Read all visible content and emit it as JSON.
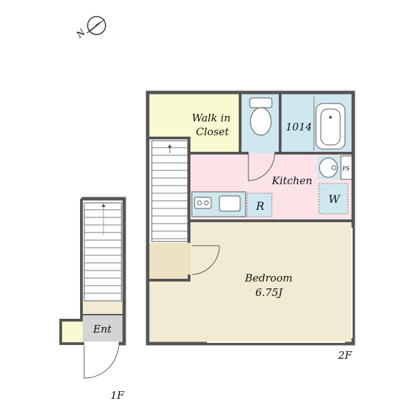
{
  "compass": {
    "letter": "N",
    "icon": "north-arrow-icon"
  },
  "rooms": {
    "walk_in_closet": {
      "line1": "Walk in",
      "line2": "Closet"
    },
    "bath": {
      "label": "1014"
    },
    "ps": {
      "label": "PS"
    },
    "kitchen": {
      "label": "Kitchen"
    },
    "washer": {
      "label": "W"
    },
    "fridge": {
      "label": "R"
    },
    "bedroom": {
      "line1": "Bedroom",
      "line2": "6.75J"
    },
    "entrance": {
      "label": "Ent"
    }
  },
  "floors": {
    "first": "1F",
    "second": "2F"
  },
  "colors": {
    "closet": "#fafad2",
    "wet_area": "#cfe7ef",
    "kitchen": "#fbe3e8",
    "bedroom": "#f2ead3",
    "landing": "#ede2c4",
    "entrance": "#d4d4d4",
    "wall": "#555555"
  }
}
